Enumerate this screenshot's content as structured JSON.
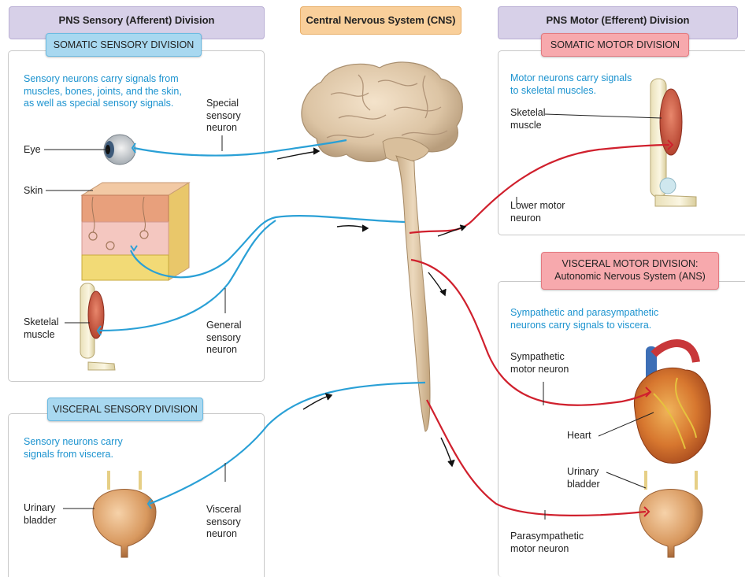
{
  "headers": {
    "sensory": "PNS Sensory (Afferent) Division",
    "cns": "Central Nervous System (CNS)",
    "motor": "PNS Motor (Efferent) Division"
  },
  "somatic_sensory": {
    "tag": "SOMATIC SENSORY DIVISION",
    "description": "Sensory neurons carry signals from muscles, bones, joints, and the skin, as well as special sensory signals.",
    "labels": {
      "eye": "Eye",
      "skin": "Skin",
      "skeletal_muscle": "Sketelal muscle",
      "special_neuron": "Special sensory neuron",
      "general_neuron": "General sensory neuron"
    }
  },
  "visceral_sensory": {
    "tag": "VISCERAL SENSORY DIVISION",
    "description": "Sensory neurons carry signals from viscera.",
    "labels": {
      "bladder": "Urinary bladder",
      "neuron": "Visceral sensory neuron"
    }
  },
  "somatic_motor": {
    "tag": "SOMATIC MOTOR DIVISION",
    "description": "Motor neurons carry signals to skeletal muscles.",
    "labels": {
      "muscle": "Sketelal muscle",
      "neuron": "Lower motor neuron"
    }
  },
  "visceral_motor": {
    "tag_line1": "VISCERAL MOTOR DIVISION:",
    "tag_line2": "Autonomic Nervous System (ANS)",
    "description": "Sympathetic and parasympathetic neurons carry signals to viscera.",
    "labels": {
      "sympathetic": "Sympathetic motor neuron",
      "heart": "Heart",
      "bladder": "Urinary bladder",
      "parasympathetic": "Parasympathetic motor neuron"
    }
  },
  "colors": {
    "sensory_neuron": "#2aa0d6",
    "motor_neuron": "#d0202d",
    "description_text": "#1c93cf"
  }
}
